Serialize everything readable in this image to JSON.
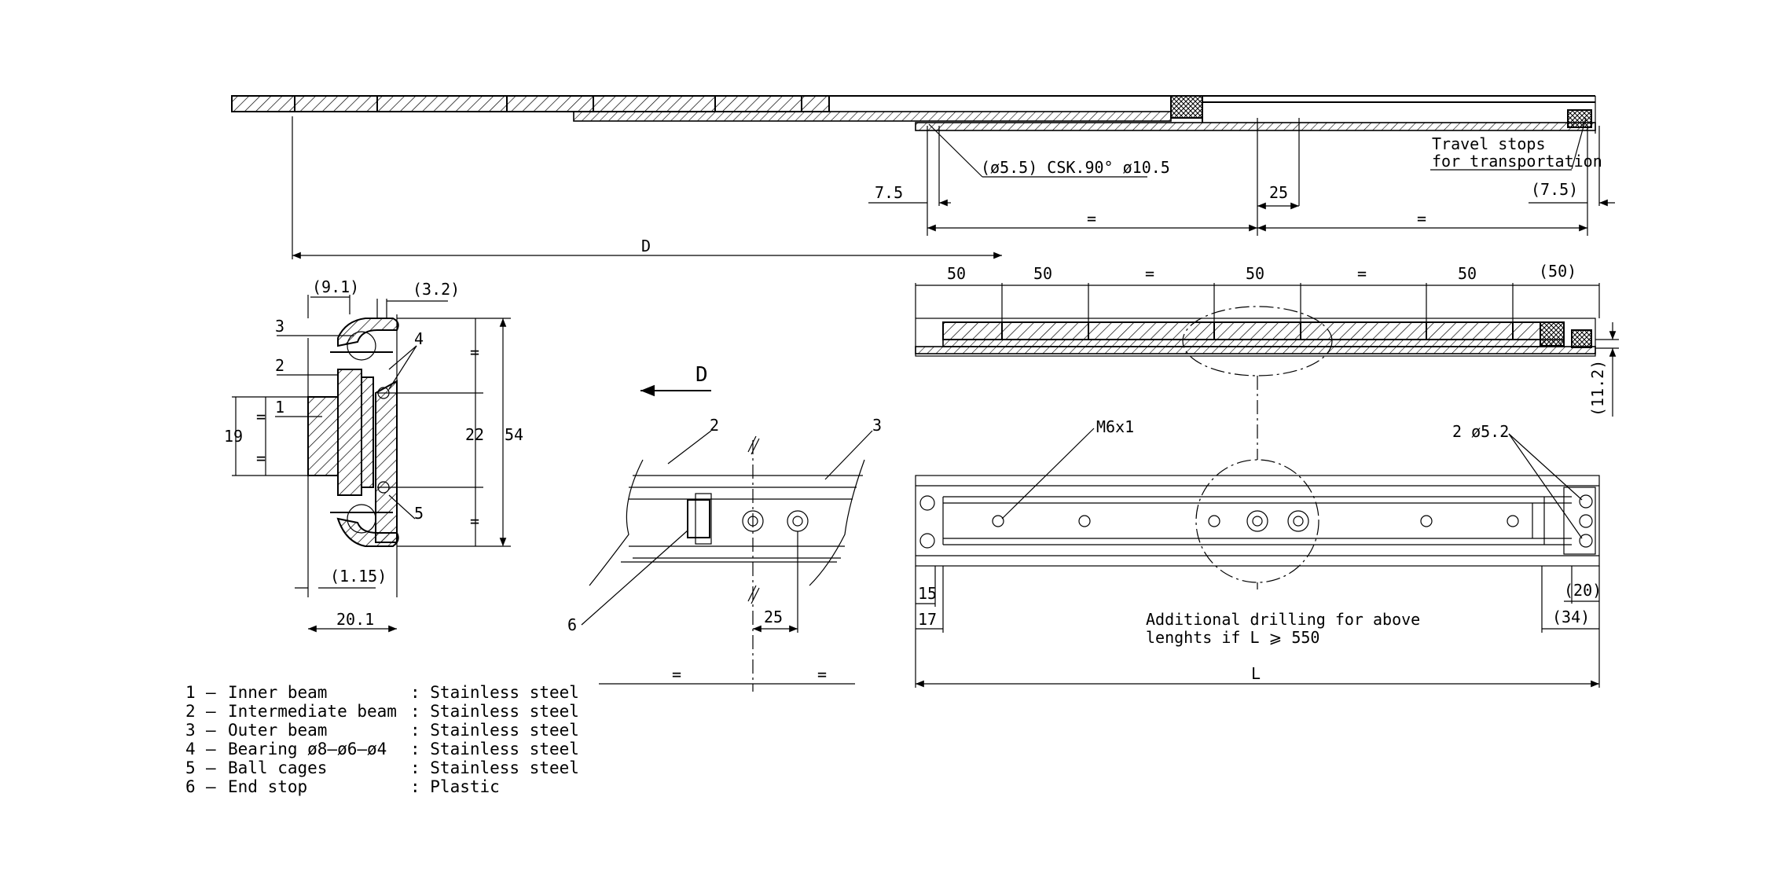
{
  "dimensions": {
    "csk": "(ø5.5) CSK.90° ø10.5",
    "d7_5": "7.5",
    "d25": "25",
    "d7_5p": "(7.5)",
    "eq": "=",
    "D": "D",
    "d50": "50",
    "d50p": "(50)",
    "d11_2": "(11.2)",
    "d9_1": "(9.1)",
    "d3_2": "(3.2)",
    "d19": "19",
    "d22": "22",
    "d54": "54",
    "d1_15": "(1.15)",
    "d20_1": "20.1",
    "d15": "15",
    "d17": "17",
    "d20p": "(20)",
    "d34p": "(34)",
    "L": "L",
    "m6": "M6x1",
    "hole52": "2 ø5.2"
  },
  "callouts": {
    "c1": "1",
    "c2": "2",
    "c3": "3",
    "c4": "4",
    "c5": "5",
    "c6": "6",
    "direction": "D"
  },
  "notes": {
    "travel_line1": "Travel stops",
    "travel_line2": "for transportation",
    "drill_line1": "Additional drilling for above",
    "drill_line2": "lenghts if L ⩾ 550"
  },
  "legend": [
    {
      "num": "1",
      "name": "Inner beam",
      "material": ": Stainless steel"
    },
    {
      "num": "2",
      "name": "Intermediate beam",
      "material": ": Stainless steel"
    },
    {
      "num": "3",
      "name": "Outer beam",
      "material": ": Stainless steel"
    },
    {
      "num": "4",
      "name": "Bearing ø8–ø6–ø4",
      "material": ": Stainless steel"
    },
    {
      "num": "5",
      "name": "Ball cages",
      "material": ": Stainless steel"
    },
    {
      "num": "6",
      "name": "End stop",
      "material": ": Plastic"
    }
  ]
}
